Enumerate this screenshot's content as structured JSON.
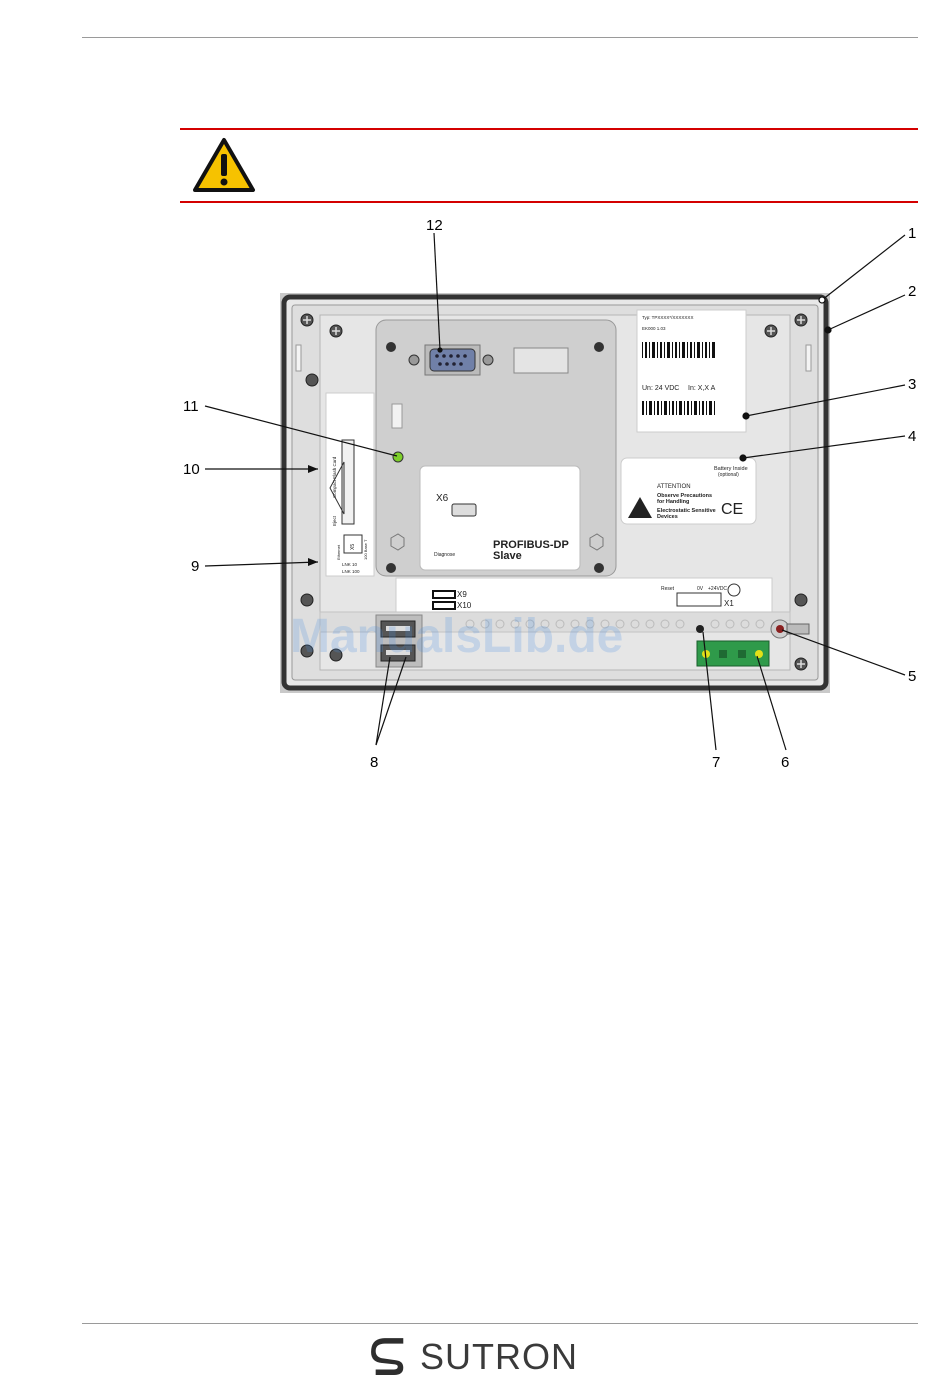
{
  "callouts": [
    "1",
    "2",
    "3",
    "4",
    "5",
    "6",
    "7",
    "8",
    "9",
    "10",
    "11",
    "12"
  ],
  "watermark": "ManualsLib.de",
  "brand": "SUTRON",
  "device": {
    "profibus_title": "PROFIBUS-DP",
    "profibus_sub": "Slave",
    "x6": "X6",
    "diagnose": "Diagnose",
    "x9": "X9",
    "x10": "X10",
    "x1": "X1",
    "reset": "Reset",
    "zero_v": "0V",
    "plus24": "+24VDC",
    "label_typ": "Typ: TPXXXX*/XXXXXXX",
    "label_id": "EK000 1.03",
    "label_un": "Un: 24 VDC",
    "label_in": "In: X,X A",
    "attention": "ATTENTION",
    "observe1": "Observe Precautions",
    "observe2": "for Handling",
    "esd1": "Electrostatic Sensitive",
    "esd2": "Devices",
    "ce": "CE",
    "battery1": "Battery Inside",
    "battery2": "(optional)",
    "compact_flash": "Compact Flash Card",
    "eject": "Eject",
    "ethernet": "Ethernet",
    "base": "100 Base T",
    "x5": "X5",
    "lnk10": "LNK 10",
    "lnk100": "LNK 100"
  }
}
